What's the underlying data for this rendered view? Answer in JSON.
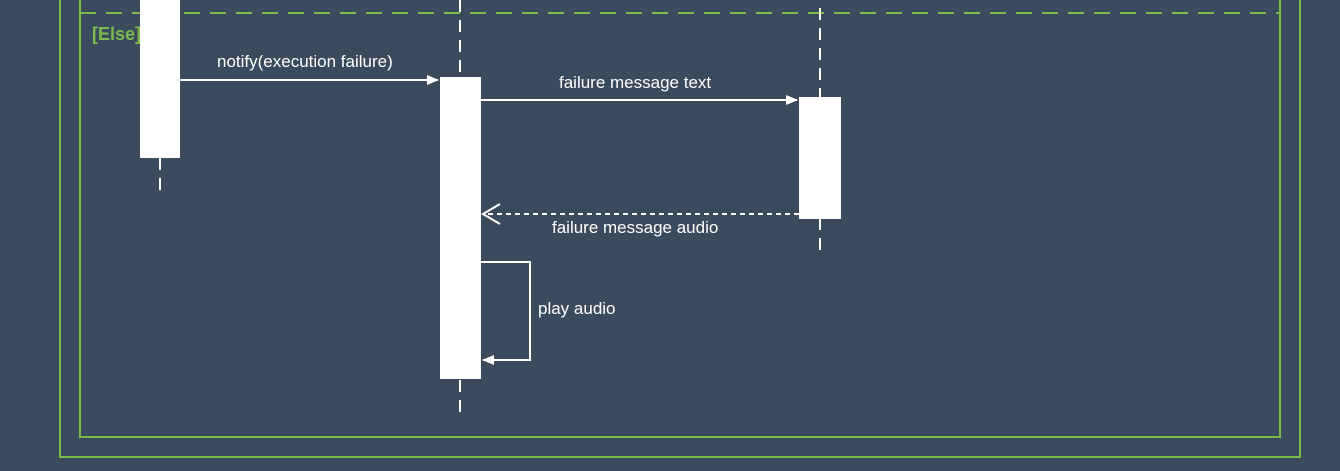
{
  "fragment": {
    "guard": "[Else]",
    "border_color": "#7cba4e"
  },
  "colors": {
    "background": "#3b4a5c",
    "foreground": "#ffffff"
  },
  "messages": [
    {
      "label": "notify(execution failure)",
      "kind": "synchronous"
    },
    {
      "label": "failure message text",
      "kind": "synchronous"
    },
    {
      "label": "failure message audio",
      "kind": "return"
    },
    {
      "label": "play audio",
      "kind": "self"
    }
  ]
}
